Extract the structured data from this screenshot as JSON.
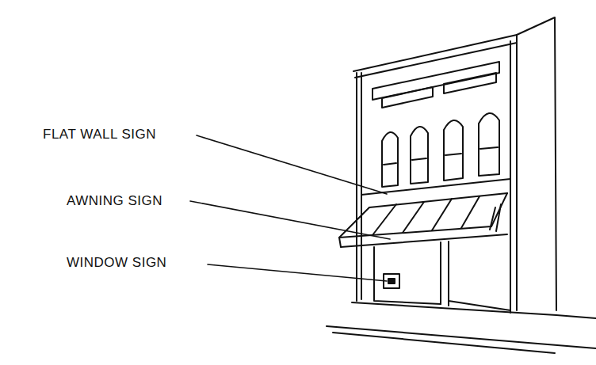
{
  "diagram": {
    "labels": [
      "FLAT WALL SIGN",
      "AWNING SIGN",
      "WINDOW SIGN"
    ]
  }
}
